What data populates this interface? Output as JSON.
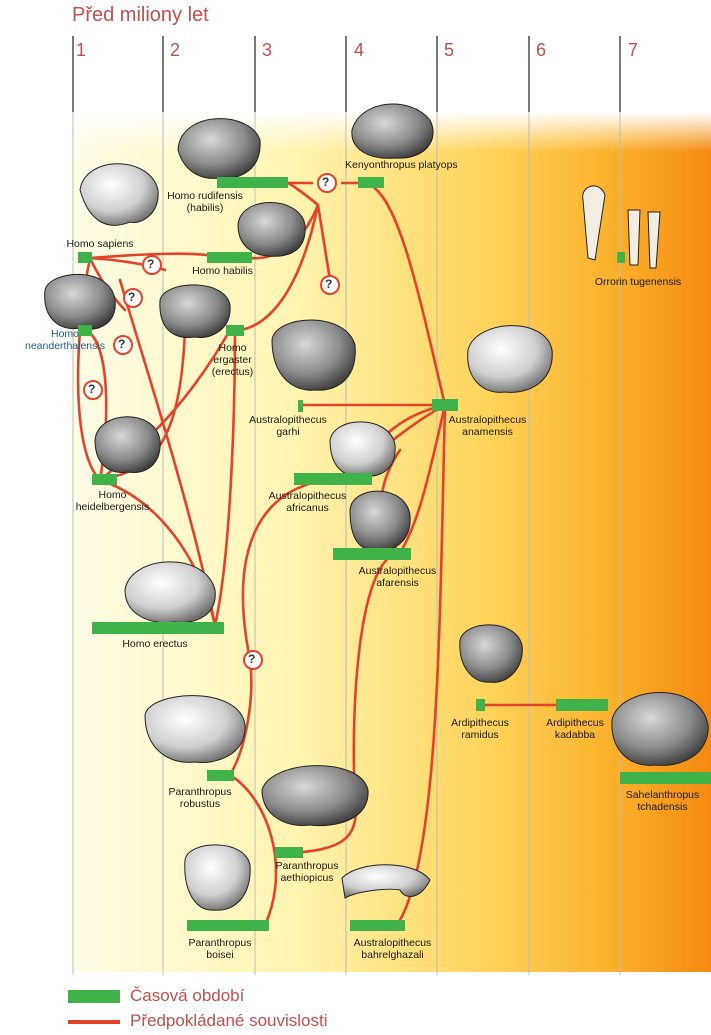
{
  "axis_title": "Před miliony let",
  "ticks": [
    "1",
    "2",
    "3",
    "4",
    "5",
    "6",
    "7"
  ],
  "legend": {
    "periods": "Časová období",
    "relations": "Předpokládané souvislosti"
  },
  "question_mark": "?",
  "colors": {
    "period_bar": "#3fb34a",
    "relation_line": "#e5422b",
    "axis_text": "#c0504d"
  },
  "species": {
    "kenyonthropus": "Kenyonthropus platyops",
    "rudolfensis": "Homo rudifensis (habilis)",
    "habilis": "Homo habilis",
    "sapiens": "Homo sapiens",
    "neanderthalensis": "Homo neanderthalensis",
    "ergaster": "Homo ergaster (erectus)",
    "garhi": "Australopithecus garhi",
    "anamensis": "Australopithecus anamensis",
    "africanus": "Australopithecus africanus",
    "afarensis": "Australopithecus afarensis",
    "heidelbergensis": "Homo heidelbergensis",
    "erectus": "Homo erectus",
    "orrorin": "Orrorin tugenensis",
    "ramidus": "Ardipithecus ramidus",
    "kadabba": "Ardipithecus kadabba",
    "sahelanthropus": "Sahelanthropus tchadensis",
    "robustus": "Paranthropus robustus",
    "aethiopicus": "Paranthropus aethiopicus",
    "boisei": "Paranthropus boisei",
    "bahrelghazali": "Australopithecus bahrelghazali"
  }
}
